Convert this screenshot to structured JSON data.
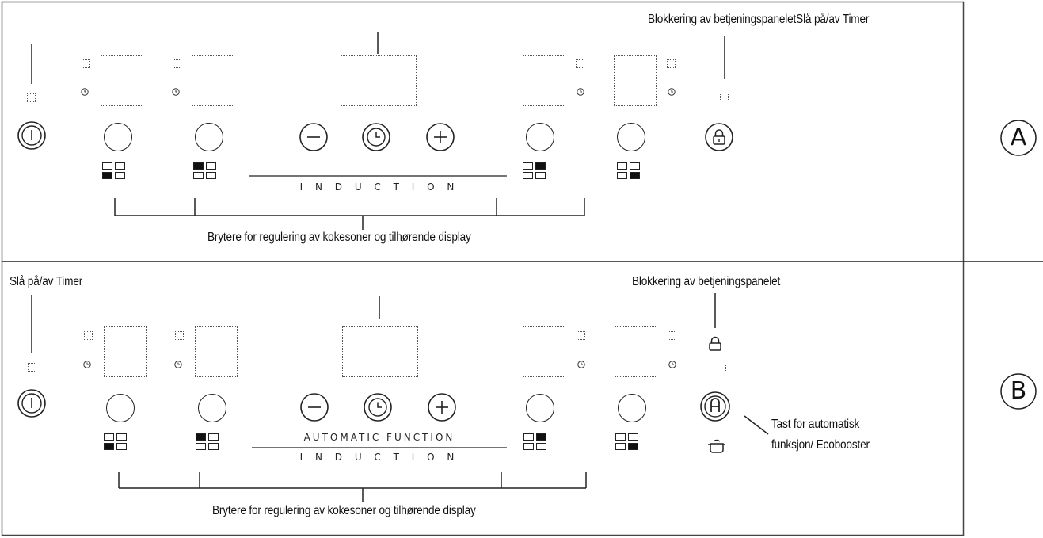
{
  "panels": [
    {
      "id": "A",
      "label_letter": "A",
      "label_lock_timer": "Blokkering av betjeningspaneletSlå på/av Timer",
      "band_text": "I N D U C T I O N",
      "label_knobs": "Brytere for regulering av kokesoner og tilhørende display"
    },
    {
      "id": "B",
      "label_letter": "B",
      "label_timer": "Slå på/av Timer",
      "label_lock": "Blokkering av betjeningspanelet",
      "band_text_top": "AUTOMATIC FUNCTION",
      "band_text": "I N D U C T I O N",
      "label_auto_line1": "Tast for automatisk",
      "label_auto_line2": "funksjon/ Ecobooster",
      "label_knobs": "Brytere for regulering av kokesoner og tilhørende display"
    }
  ],
  "icons": {
    "power": "power-icon",
    "minus": "minus-icon",
    "plus": "plus-icon",
    "timer": "timer-clock-icon",
    "lock": "padlock-icon",
    "auto": "auto-function-A-icon",
    "pot": "cooking-pot-icon"
  }
}
